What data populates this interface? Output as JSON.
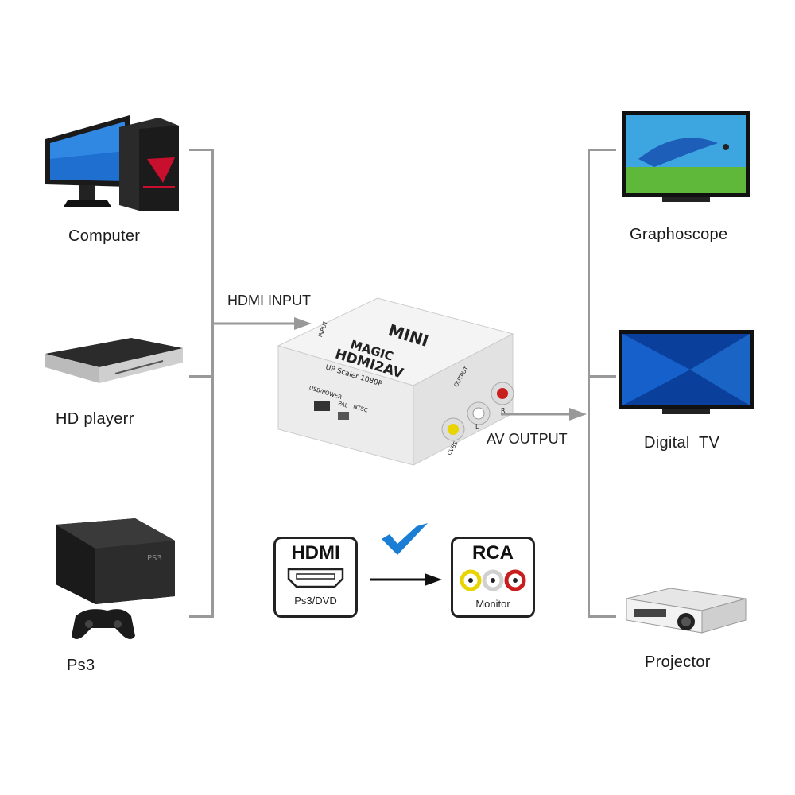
{
  "sources": {
    "computer": "Computer",
    "hd_player": "HD playerr",
    "ps3": "Ps3"
  },
  "outputs": {
    "graphoscope": "Graphoscope",
    "digital_tv": "Digital  TV",
    "projector": "Projector"
  },
  "arrows": {
    "hdmi_input": "HDMI INPUT",
    "av_output": "AV OUTPUT"
  },
  "device": {
    "top_label": "MINI",
    "brand": "MAGIC",
    "model": "HDMI2AV",
    "subtitle": "UP Scaler 1080P",
    "input_label": "INPUT",
    "output_label": "OUTPUT",
    "usb_power": "USB/POWER",
    "pal": "PAL",
    "ntsc": "NTSC",
    "cvbs": "CVBS",
    "l": "L",
    "r": "R"
  },
  "legend": {
    "hdmi_title": "HDMI",
    "hdmi_sub": "Ps3/DVD",
    "rca_title": "RCA",
    "rca_sub": "Monitor"
  },
  "colors": {
    "bracket": "#999999",
    "check": "#1a7fd4",
    "rca_yellow": "#e8d400",
    "rca_white": "#d8d8d8",
    "rca_red": "#c81e1e"
  }
}
